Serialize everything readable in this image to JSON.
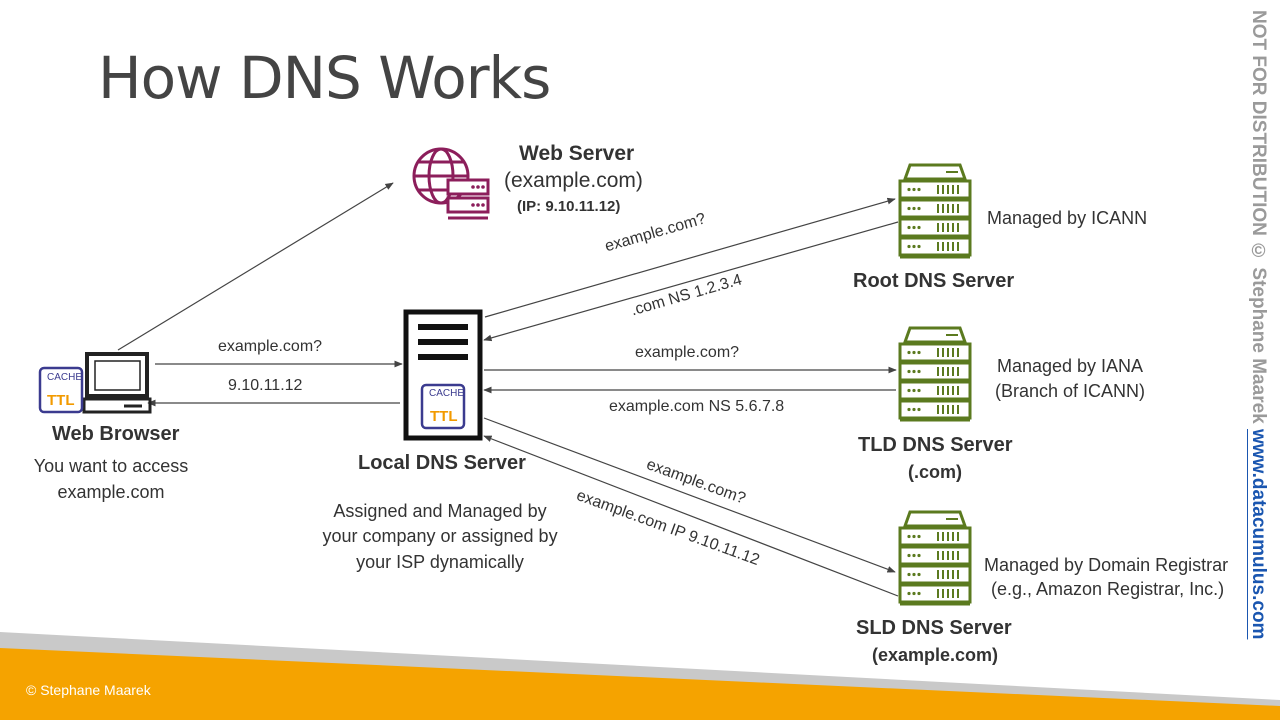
{
  "slide": {
    "title": "How DNS Works",
    "copyright": "© Stephane Maarek",
    "watermark": {
      "prefix": "NOT FOR DISTRIBUTION © Stephane Maarek ",
      "url": "www.datacumulus.com"
    }
  },
  "colors": {
    "server_icon": "#5b7a1f",
    "web_server_icon": "#8c1e5b",
    "cache_box": "#3b3b8f",
    "ttl_text": "#f29a00",
    "footer_band": "#f5a300",
    "footer_gray": "#c9c9c9",
    "link_blue": "#1a56b0",
    "arrow": "#444444"
  },
  "nodes": {
    "web_server": {
      "name": "Web Server",
      "domain": "(example.com)",
      "ip": "(IP: 9.10.11.12)"
    },
    "browser": {
      "name": "Web Browser",
      "desc_line1": "You want to access",
      "desc_line2": "example.com",
      "cache_label": "CACHE",
      "ttl_label": "TTL"
    },
    "local_dns": {
      "name": "Local DNS Server",
      "desc_line1": "Assigned and Managed by",
      "desc_line2": "your company or assigned by",
      "desc_line3": "your ISP dynamically",
      "cache_label": "CACHE",
      "ttl_label": "TTL"
    },
    "root_dns": {
      "name": "Root DNS Server",
      "managed": "Managed by ICANN"
    },
    "tld_dns": {
      "name": "TLD DNS Server",
      "sub": "(.com)",
      "managed_line1": "Managed by IANA",
      "managed_line2": "(Branch of ICANN)"
    },
    "sld_dns": {
      "name": "SLD DNS Server",
      "sub": "(example.com)",
      "managed_line1": "Managed by Domain Registrar",
      "managed_line2": "(e.g., Amazon Registrar, Inc.)"
    }
  },
  "messages": {
    "browser_to_local": "example.com?",
    "local_to_browser": "9.10.11.12",
    "local_to_root": "example.com?",
    "root_to_local": ".com NS 1.2.3.4",
    "local_to_tld": "example.com?",
    "tld_to_local": "example.com NS 5.6.7.8",
    "local_to_sld": "example.com?",
    "sld_to_local": "example.com IP 9.10.11.12"
  }
}
